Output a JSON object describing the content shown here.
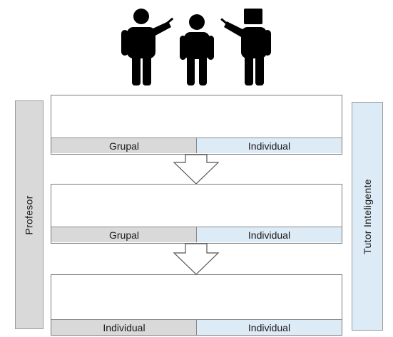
{
  "figures": [
    {
      "kind": "teacher",
      "icon": "teacher-person-icon"
    },
    {
      "kind": "student",
      "icon": "student-person-icon"
    },
    {
      "kind": "robot-tutor",
      "icon": "robot-tutor-icon"
    }
  ],
  "left_label": "Profesor",
  "right_label": "Tutor Inteligente",
  "stages": [
    {
      "left": "Grupal",
      "right": "Individual"
    },
    {
      "left": "Grupal",
      "right": "Individual"
    },
    {
      "left": "Individual",
      "right": "Individual"
    }
  ],
  "colors": {
    "left_bar": "#d9d9d9",
    "right_bar": "#ddebf7",
    "figure": "#000000"
  }
}
